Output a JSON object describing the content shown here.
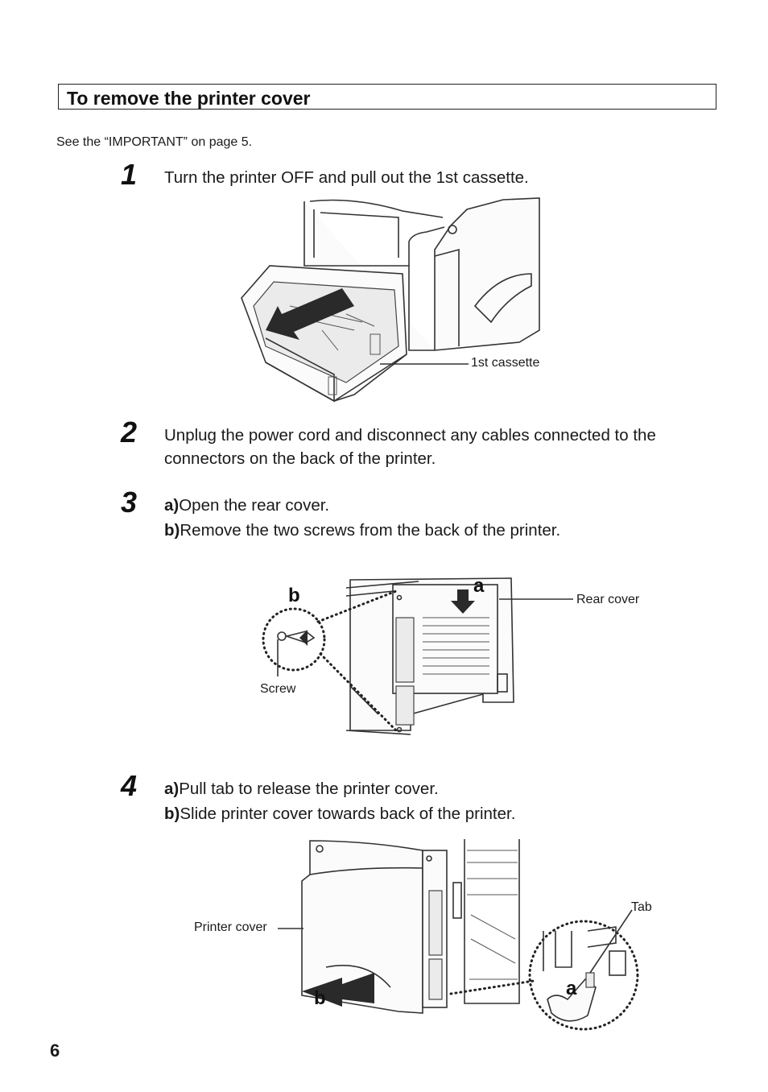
{
  "section": {
    "title": "To remove the printer cover"
  },
  "note": "See the “IMPORTANT” on page 5.",
  "steps": [
    {
      "number": "1",
      "text": "Turn the printer OFF and pull out the 1st cassette."
    },
    {
      "number": "2",
      "text": "Unplug the power cord and disconnect any cables connected to the connectors on the back of the printer."
    },
    {
      "number": "3",
      "items": [
        {
          "marker": "a)",
          "text": "Open the rear cover."
        },
        {
          "marker": "b)",
          "text": "Remove the two screws from the back of the printer."
        }
      ]
    },
    {
      "number": "4",
      "items": [
        {
          "marker": "a)",
          "text": "Pull tab to release the printer cover."
        },
        {
          "marker": "b)",
          "text": "Slide printer cover towards back of the printer."
        }
      ]
    }
  ],
  "figures": {
    "fig1": {
      "cassette_label": "1st cassette"
    },
    "fig2": {
      "marker_b": "b",
      "marker_a": "a",
      "rear_cover_label": "Rear cover",
      "screw_label": "Screw"
    },
    "fig3": {
      "printer_cover_label": "Printer cover",
      "tab_label": "Tab",
      "marker_a": "a",
      "marker_b": "b"
    }
  },
  "page_number": "6"
}
